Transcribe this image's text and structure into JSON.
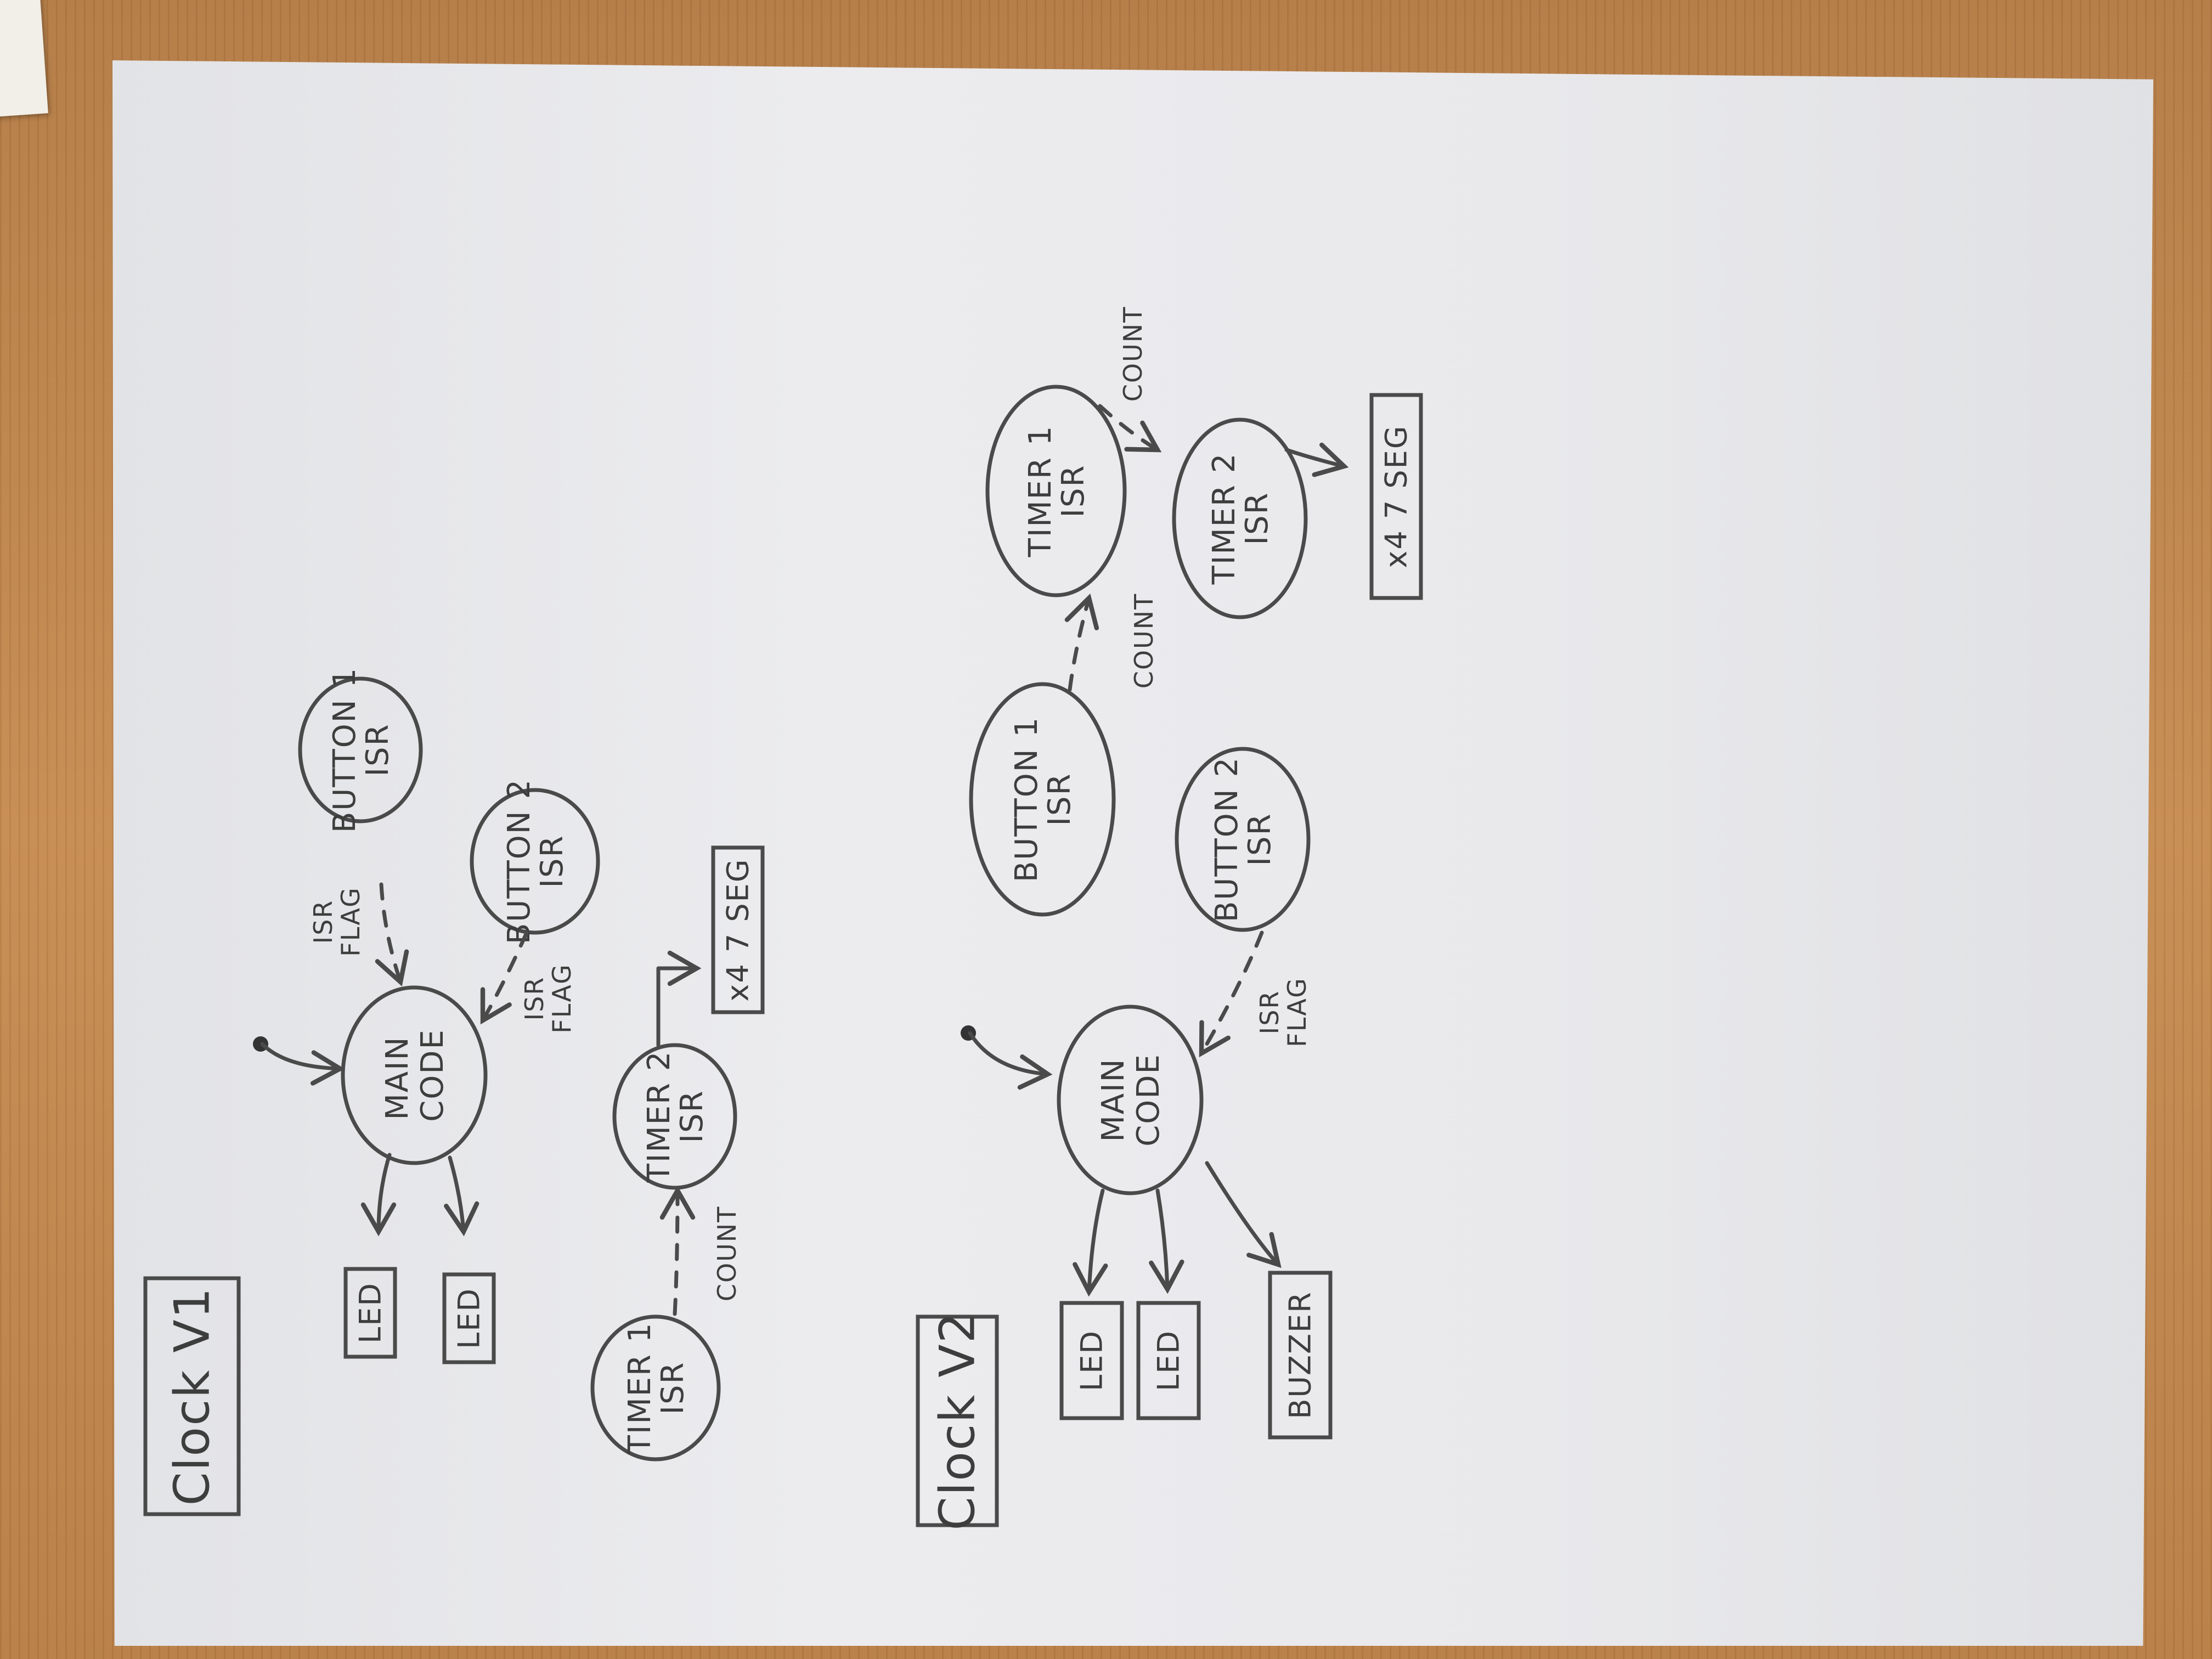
{
  "v1": {
    "title": "Clock V1",
    "nodes": {
      "main": [
        "MAIN",
        "CODE"
      ],
      "button1": [
        "BUTTON 1",
        "ISR"
      ],
      "button2": [
        "BUTTON 2",
        "ISR"
      ],
      "timer1": [
        "TIMER 1",
        "ISR"
      ],
      "timer2": [
        "TIMER 2",
        "ISR"
      ]
    },
    "outputs": {
      "led1": "LED",
      "led2": "LED",
      "display": "x4 7 SEG"
    },
    "labels": {
      "isr_flag_1": [
        "ISR",
        "FLAG"
      ],
      "isr_flag_2": [
        "ISR",
        "FLAG"
      ],
      "count": "COUNT"
    }
  },
  "v2": {
    "title": "Clock V2",
    "nodes": {
      "main": [
        "MAIN",
        "CODE"
      ],
      "button1": [
        "BUTTON 1",
        "ISR"
      ],
      "button2": [
        "BUTTON 2",
        "ISR"
      ],
      "timer1": [
        "TIMER 1",
        "ISR"
      ],
      "timer2": [
        "TIMER 2",
        "ISR"
      ]
    },
    "outputs": {
      "led1": "LED",
      "led2": "LED",
      "buzzer": "BUZZER",
      "display": "x4 7 SEG"
    },
    "labels": {
      "count_1": "COUNT",
      "count_2": "COUNT",
      "isr_flag": [
        "ISR",
        "FLAG"
      ]
    }
  }
}
